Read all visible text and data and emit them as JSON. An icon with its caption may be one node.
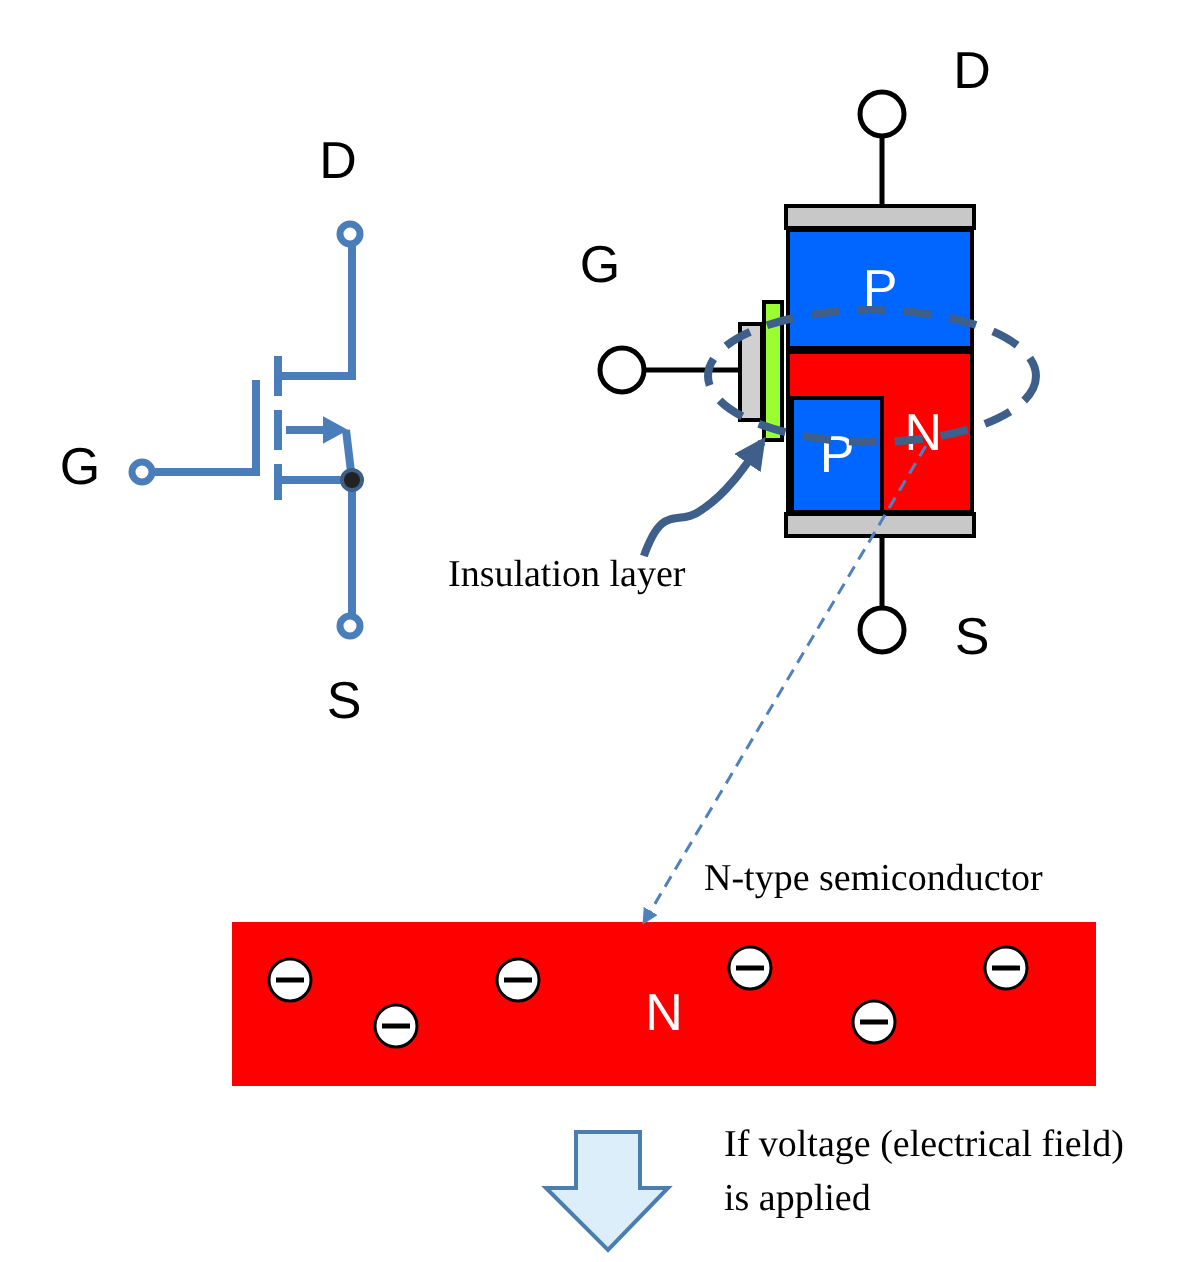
{
  "diagram": {
    "nodes": [
      {
        "text": [
          "P"
        ]
      },
      {
        "text": [
          "N"
        ]
      },
      {
        "text": [
          "P"
        ],
        "in": 1
      },
      {
        "text": [],
        "shape": "bar"
      },
      {
        "text": [
          "Insulation layer"
        ]
      },
      {
        "text": [],
        "shape": "ellipse"
      },
      {
        "text": [
          "N"
        ],
        "beside": [
          "N-type semiconductor"
        ]
      }
    ],
    "edges": [
      {
        "from": 4,
        "to": 3,
        "arrow": "to",
        "style": "thick",
        "color": "#3d5f8a"
      },
      {
        "from": 5,
        "to": 6,
        "arrow": "to",
        "style": "dashed",
        "color": "#4f81bd"
      }
    ],
    "labels": [
      "D",
      "D",
      "G",
      "G",
      "S",
      "S",
      "If voltage (electrical field) is applied"
    ]
  }
}
